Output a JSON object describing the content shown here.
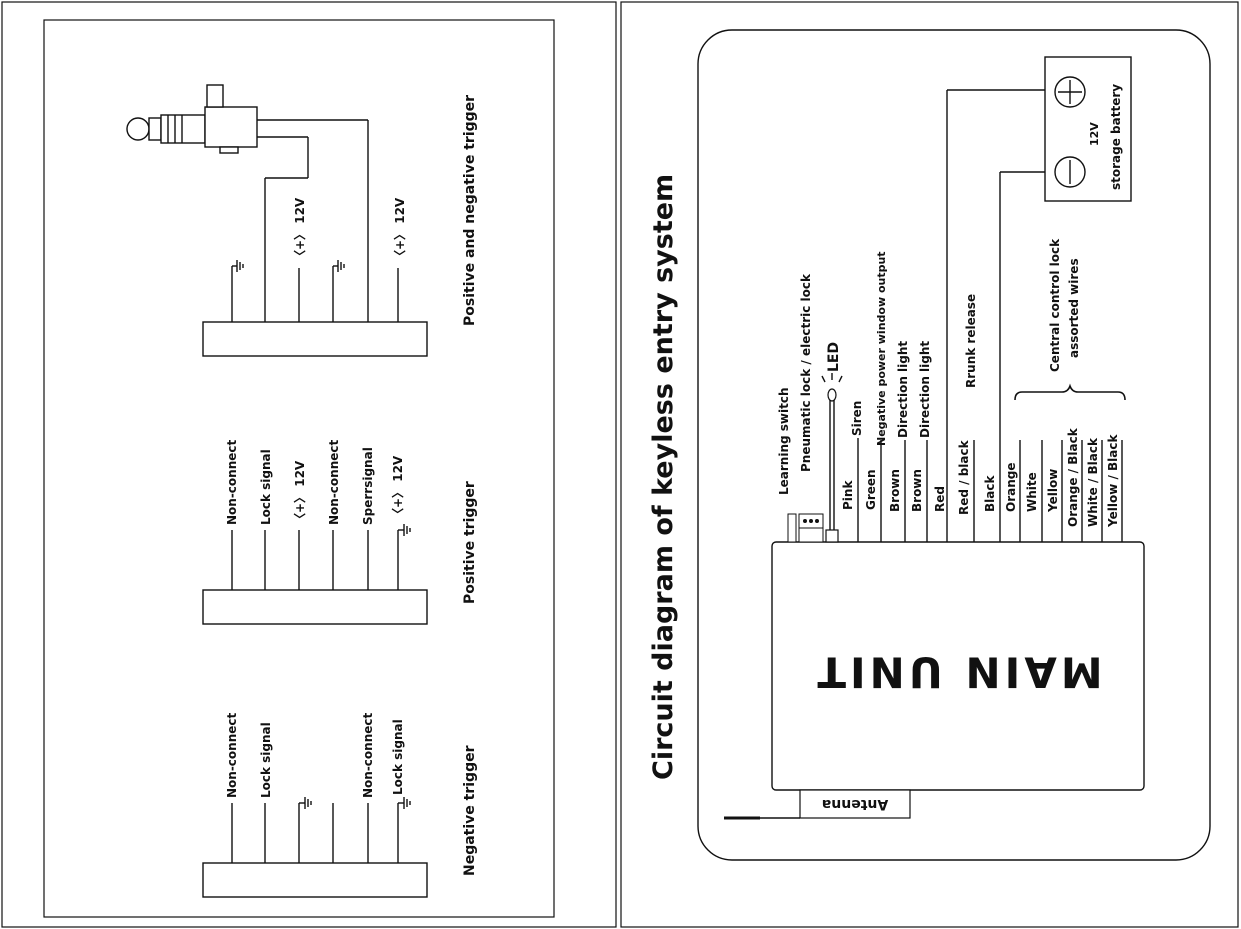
{
  "left_panel": {
    "negative": {
      "title": "Negative trigger",
      "labels": [
        "Non-connect",
        "Lock signal",
        "",
        "",
        "Non-connect",
        "Lock signal"
      ]
    },
    "positive": {
      "title": "Positive trigger",
      "labels": [
        "Non-connect",
        "Lock signal",
        "〈+〉 12V",
        "Non-connect",
        "Sperrsignal",
        "〈+〉 12V"
      ]
    },
    "posneg": {
      "title": "Positive and negative trigger",
      "labels": [
        "〈+〉 12V",
        "〈+〉 12V"
      ]
    }
  },
  "right_panel": {
    "title": "Circuit diagram of keyless entry system",
    "main_unit": "MAIN UNIT",
    "antenna": "Antenna",
    "battery_label": "storage battery",
    "battery_voltage": "12V",
    "learning_switch": "Learning switch",
    "pneumatic": "Pneumatic lock / electric lock",
    "led": "LED",
    "wires": [
      {
        "color": "Pink",
        "func": "Siren"
      },
      {
        "color": "Green",
        "func": "Negative power window output"
      },
      {
        "color": "Brown",
        "func": "Direction light"
      },
      {
        "color": "Brown",
        "func": "Direction light"
      },
      {
        "color": "Red",
        "func": ""
      },
      {
        "color": "Red / black",
        "func": "Rrunk release"
      },
      {
        "color": "Black",
        "func": ""
      },
      {
        "color": "Orange",
        "func": ""
      },
      {
        "color": "White",
        "func": ""
      },
      {
        "color": "Yellow",
        "func": ""
      },
      {
        "color": "Orange / Black",
        "func": ""
      },
      {
        "color": "White / Black",
        "func": ""
      },
      {
        "color": "Yellow / Black",
        "func": ""
      }
    ],
    "central_lock_line1": "Central control lock",
    "central_lock_line2": "assorted wires"
  }
}
